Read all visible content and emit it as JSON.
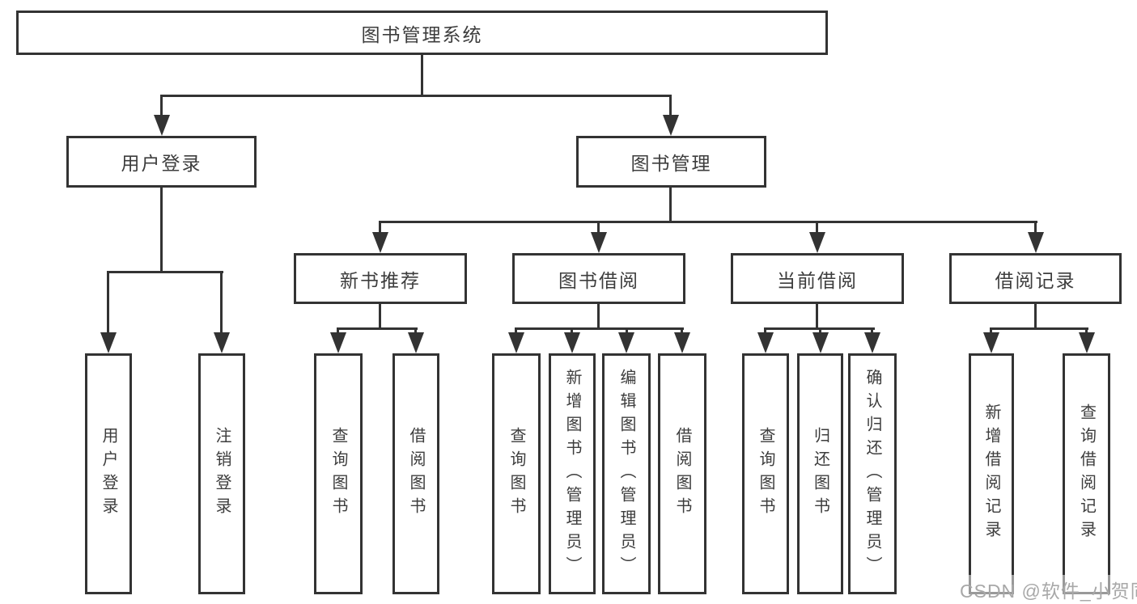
{
  "tree": {
    "root": {
      "label": "图书管理系统"
    },
    "branches": [
      {
        "label": "用户登录",
        "children": [
          {
            "label": "用户登录"
          },
          {
            "label": "注销登录"
          }
        ]
      },
      {
        "label": "图书管理",
        "children": [
          {
            "label": "新书推荐",
            "children": [
              {
                "label": "查询图书"
              },
              {
                "label": "借阅图书"
              }
            ]
          },
          {
            "label": "图书借阅",
            "children": [
              {
                "label": "查询图书"
              },
              {
                "label": "新增图书（管理员）"
              },
              {
                "label": "编辑图书（管理员）"
              },
              {
                "label": "借阅图书"
              }
            ]
          },
          {
            "label": "当前借阅",
            "children": [
              {
                "label": "查询图书"
              },
              {
                "label": "归还图书"
              },
              {
                "label": "确认归还（管理员）"
              }
            ]
          },
          {
            "label": "借阅记录",
            "children": [
              {
                "label": "新增借阅记录"
              },
              {
                "label": "查询借阅记录"
              }
            ]
          }
        ]
      }
    ]
  },
  "watermark": "CSDN @软件_小贺同学",
  "colors": {
    "line": "#333333",
    "text": "#3d3d3d",
    "watermark": "#a8a8a8",
    "bg": "#ffffff"
  }
}
